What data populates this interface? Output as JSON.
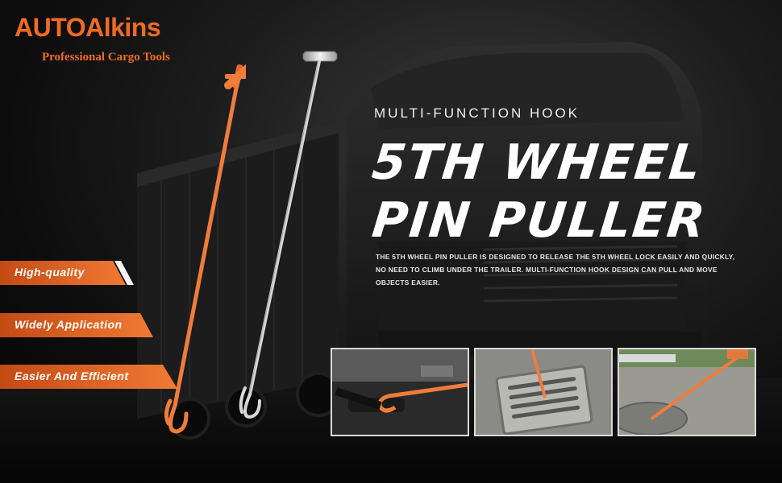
{
  "brand": {
    "name": "AUTOAlkins",
    "tagline": "Professional Cargo Tools"
  },
  "hero": {
    "eyebrow": "MULTI-FUNCTION HOOK",
    "title_line1": "5TH WHEEL",
    "title_line2": "PIN PULLER",
    "description": "THE 5TH WHEEL PIN PULLER IS DESIGNED TO RELEASE THE 5TH WHEEL LOCK EASILY AND QUICKLY, NO NEED TO CLIMB UNDER THE TRAILER. MULTI-FUNCTION HOOK DESIGN CAN PULL AND MOVE OBJECTS EASIER."
  },
  "features": [
    {
      "label": "High-quality"
    },
    {
      "label": "Widely Application"
    },
    {
      "label": "Easier And Efficient"
    }
  ],
  "products": [
    {
      "icon": "orange-pin-puller-hook-icon",
      "color": "#f07c3c"
    },
    {
      "icon": "silver-pin-puller-hook-icon",
      "color": "#d8d8d8"
    }
  ],
  "photos": [
    {
      "icon": "fifth-wheel-lock-photo"
    },
    {
      "icon": "drain-grate-lifting-photo"
    },
    {
      "icon": "manhole-cover-pulling-photo"
    }
  ],
  "colors": {
    "accent": "#ef6b25",
    "text": "#ffffff",
    "background": "#0c0c0c"
  }
}
